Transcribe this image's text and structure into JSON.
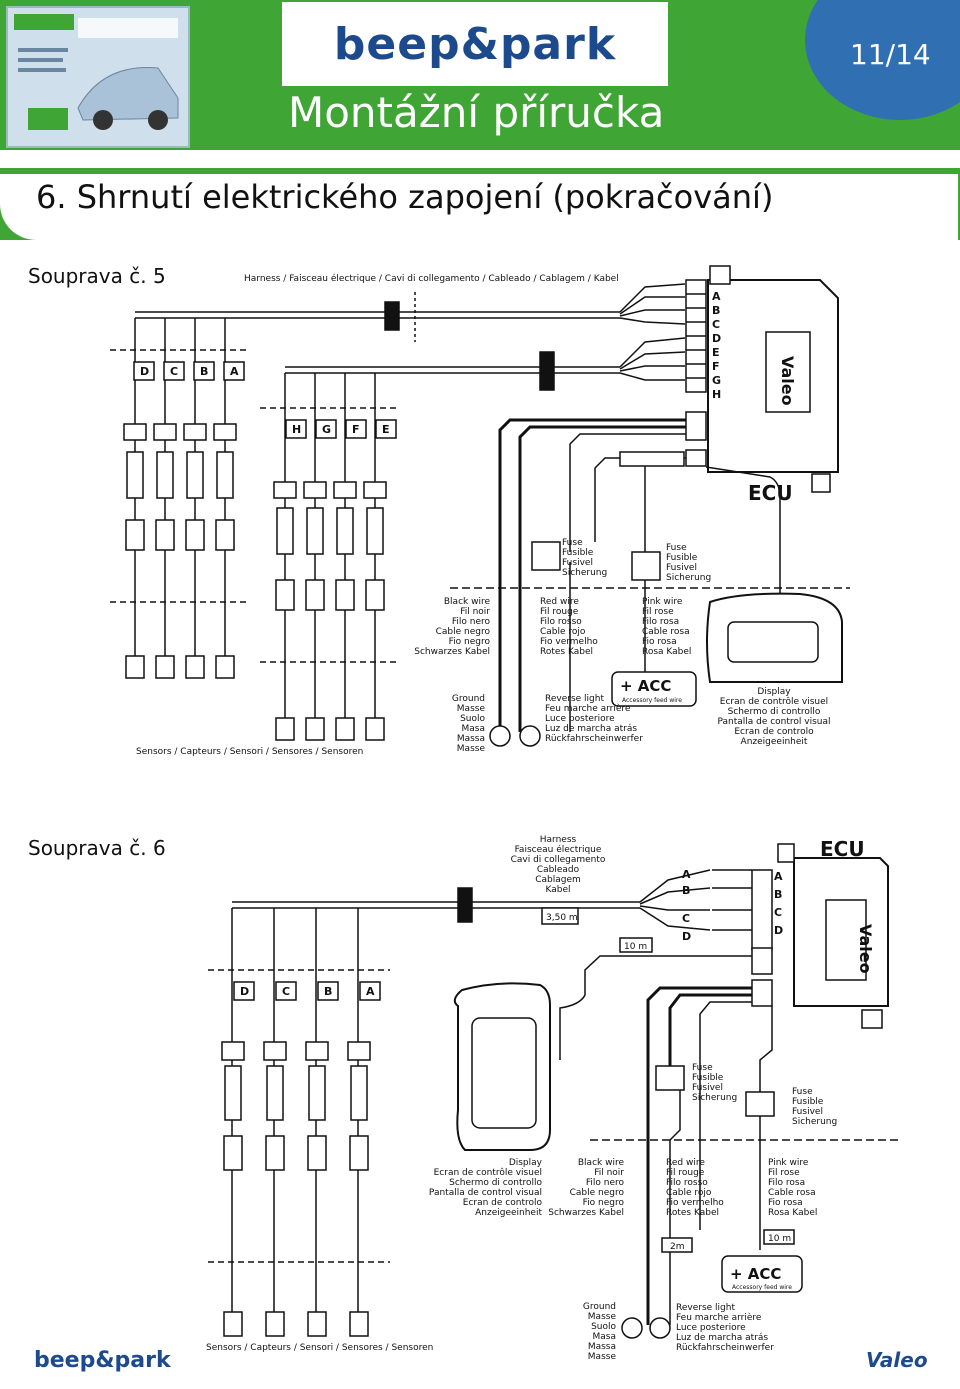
{
  "header": {
    "product_logo": "beep&park",
    "title": "Montážní příručka",
    "page": "11/14"
  },
  "section": {
    "title": "6. Shrnutí elektrického zapojení (pokračování)"
  },
  "kit5": {
    "label": "Souprava č. 5",
    "harness_label": "Harness / Faisceau électrique / Cavi di collegamento / Cableado / Cablagem / Kabel",
    "ecu_pins": [
      "A",
      "B",
      "C",
      "D",
      "E",
      "F",
      "G",
      "H"
    ],
    "ecu_label": "ECU",
    "ecu_brand": "Valeo",
    "sensor_tags_left": [
      "D",
      "C",
      "B",
      "A"
    ],
    "sensor_tags_right": [
      "H",
      "G",
      "F",
      "E"
    ],
    "fuse1": [
      "Fuse",
      "Fusible",
      "Fusivel",
      "Sicherung"
    ],
    "fuse2": [
      "Fuse",
      "Fusible",
      "Fusivel",
      "Sicherung"
    ],
    "black_wire": [
      "Black wire",
      "Fil noir",
      "Filo nero",
      "Cable negro",
      "Fio negro",
      "Schwarzes Kabel"
    ],
    "red_wire": [
      "Red wire",
      "Fil rouge",
      "Filo rosso",
      "Cable rojo",
      "Fio vermelho",
      "Rotes Kabel"
    ],
    "pink_wire": [
      "Pink wire",
      "Fil rose",
      "Filo rosa",
      "Cable rosa",
      "Fio rosa",
      "Rosa Kabel"
    ],
    "ground": [
      "Ground",
      "Masse",
      "Suolo",
      "Masa",
      "Massa",
      "Masse"
    ],
    "reverse": [
      "Reverse light",
      "Feu marche arrière",
      "Luce posteriore",
      "Luz de marcha atrás",
      "Rückfahrscheinwerfer"
    ],
    "acc": "+ ACC",
    "acc_sub": "Accessory feed wire",
    "display": [
      "Display",
      "Ecran de contrôle visuel",
      "Schermo di controllo",
      "Pantalla de control visual",
      "Ecran de controlo",
      "Anzeigeeinheit"
    ],
    "sensors_label": "Sensors / Capteurs / Sensori / Sensores / Sensoren"
  },
  "kit6": {
    "label": "Souprava č. 6",
    "harness": [
      "Harness",
      "Faisceau électrique",
      "Cavi di collegamento",
      "Cableado",
      "Cablagem",
      "Kabel"
    ],
    "len_harness": "3,50 m",
    "len_10m": "10 m",
    "left_pins": [
      "A",
      "B",
      "C",
      "D"
    ],
    "ecu_pins": [
      "A",
      "B",
      "C",
      "D"
    ],
    "ecu_label": "ECU",
    "ecu_brand": "Valeo",
    "sensor_tags": [
      "D",
      "C",
      "B",
      "A"
    ],
    "fuse1": [
      "Fuse",
      "Fusible",
      "Fusivel",
      "Sicherung"
    ],
    "fuse2": [
      "Fuse",
      "Fusible",
      "Fusivel",
      "Sicherung"
    ],
    "display": [
      "Display",
      "Ecran de contrôle visuel",
      "Schermo di controllo",
      "Pantalla de control visual",
      "Ecran de controlo",
      "Anzeigeeinheit"
    ],
    "black_wire": [
      "Black wire",
      "Fil noir",
      "Filo nero",
      "Cable negro",
      "Fio negro",
      "Schwarzes Kabel"
    ],
    "red_wire": [
      "Red wire",
      "Fil rouge",
      "Filo rosso",
      "Cable rojo",
      "Fio vermelho",
      "Rotes Kabel"
    ],
    "pink_wire": [
      "Pink wire",
      "Fil rose",
      "Filo rosa",
      "Cable rosa",
      "Fio rosa",
      "Rosa Kabel"
    ],
    "len_2m": "2m",
    "len_10m_b": "10 m",
    "acc": "+ ACC",
    "acc_sub": "Accessory feed wire",
    "ground": [
      "Ground",
      "Masse",
      "Suolo",
      "Masa",
      "Massa",
      "Masse"
    ],
    "reverse": [
      "Reverse light",
      "Feu marche arrière",
      "Luce posteriore",
      "Luz de marcha atrás",
      "Rückfahrscheinwerfer"
    ],
    "sensors_label": "Sensors / Capteurs / Sensori / Sensores / Sensoren"
  },
  "footer": {
    "logo": "beep&park",
    "brand": "Valeo"
  },
  "colors": {
    "green": "#3fa535",
    "blue": "#2f6fb2",
    "logo_blue": "#1c4a8c"
  }
}
